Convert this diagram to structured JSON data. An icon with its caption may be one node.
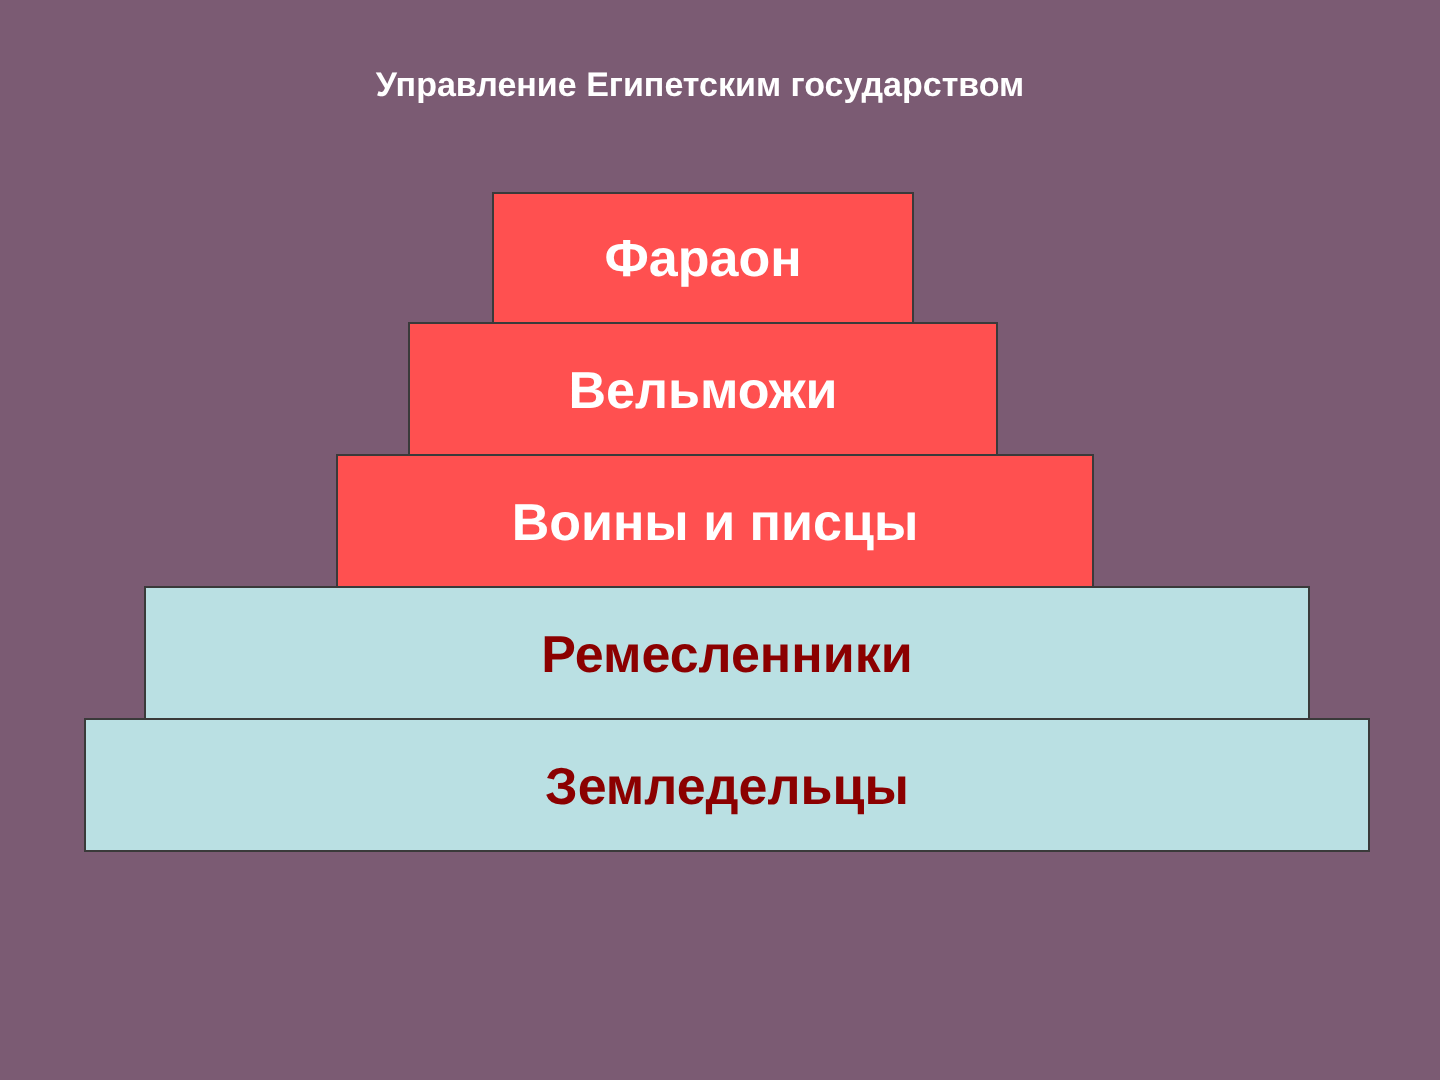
{
  "diagram": {
    "title": "Управление Египетским государством",
    "nodes": [
      {
        "text": [
          "Фараон"
        ]
      },
      {
        "text": [
          "Вельможи"
        ]
      },
      {
        "text": [
          "Воины и писцы"
        ]
      },
      {
        "text": [
          "Ремесленники"
        ]
      },
      {
        "text": [
          "Земледельцы"
        ]
      }
    ]
  }
}
